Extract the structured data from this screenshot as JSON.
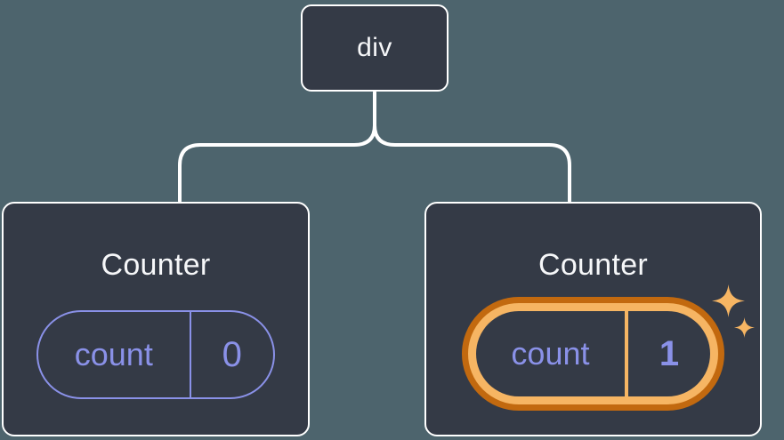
{
  "colors": {
    "bg": "#4D646D",
    "card": "#343A46",
    "line": "#FFFFFF",
    "text": "#F6F7F9",
    "purple": "#8A91E8",
    "orangeLight": "#F6B563",
    "orangeDark": "#C2690F"
  },
  "diagram": {
    "type": "component-tree",
    "root": {
      "label": "div"
    },
    "children": [
      {
        "title": "Counter",
        "state": {
          "label": "count",
          "value": "0"
        },
        "highlighted": false
      },
      {
        "title": "Counter",
        "state": {
          "label": "count",
          "value": "1"
        },
        "highlighted": true,
        "icon": "sparkles-icon"
      }
    ]
  }
}
